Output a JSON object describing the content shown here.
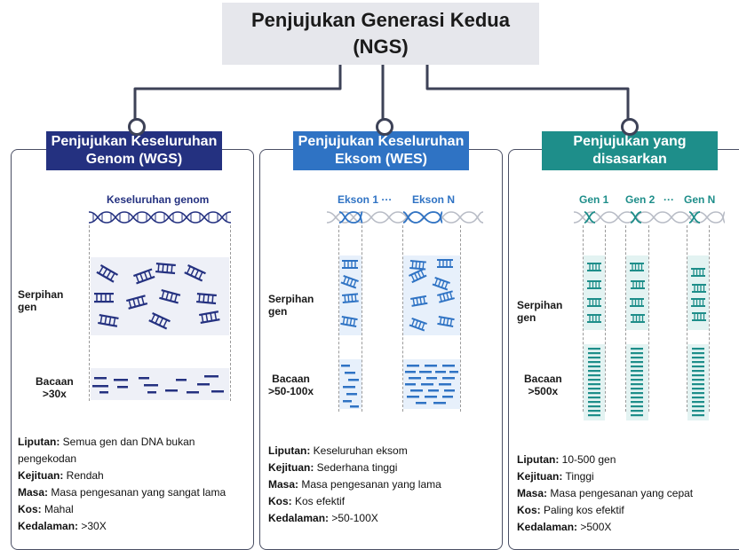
{
  "title": {
    "line1": "Penjujukan Generasi Kedua",
    "line2": "(NGS)"
  },
  "colors": {
    "wgs": "#243180",
    "wes": "#2f73c4",
    "targeted": "#1e8e8a",
    "title_bg": "#e6e7ec",
    "panel_border": "#4a4f64"
  },
  "panels": [
    {
      "header": {
        "line1": "Penjujukan Keseluruhan",
        "line2": "Genom (WGS)"
      },
      "top_label": "Keseluruhan genom",
      "fragments_label": {
        "line1": "Serpihan",
        "line2": "gen"
      },
      "reads_label": {
        "line1": "Bacaan",
        "line2": ">30x"
      },
      "info": [
        {
          "key": "Liputan:",
          "val": " Semua gen dan DNA bukan"
        },
        {
          "key": "",
          "val": "pengekodan"
        },
        {
          "key": "Kejituan:",
          "val": " Rendah"
        },
        {
          "key": "Masa:",
          "val": " Masa pengesanan yang sangat lama"
        },
        {
          "key": "Kos:",
          "val": " Mahal"
        },
        {
          "key": "Kedalaman:",
          "val": " >30X"
        }
      ]
    },
    {
      "header": {
        "line1": "Penjujukan Keseluruhan",
        "line2": "Eksom (WES)"
      },
      "top_label_1": "Ekson 1 ···",
      "top_label_2": "Ekson N",
      "fragments_label": {
        "line1": "Serpihan",
        "line2": "gen"
      },
      "reads_label": {
        "line1": "Bacaan",
        "line2": ">50-100x"
      },
      "info": [
        {
          "key": "Liputan:",
          "val": " Keseluruhan eksom"
        },
        {
          "key": "Kejituan:",
          "val": " Sederhana tinggi"
        },
        {
          "key": "Masa:",
          "val": " Masa pengesanan yang lama"
        },
        {
          "key": "Kos:",
          "val": " Kos efektif"
        },
        {
          "key": "Kedalaman:",
          "val": " >50-100X"
        }
      ]
    },
    {
      "header": {
        "line1": "Penjujukan yang",
        "line2": "disasarkan"
      },
      "top_label_1": "Gen 1",
      "top_label_2": "Gen 2",
      "top_label_dots": "···",
      "top_label_3": "Gen N",
      "fragments_label": {
        "line1": "Serpihan",
        "line2": "gen"
      },
      "reads_label": {
        "line1": "Bacaan",
        "line2": ">500x"
      },
      "info": [
        {
          "key": "Liputan:",
          "val": " 10-500 gen"
        },
        {
          "key": "Kejituan:",
          "val": " Tinggi"
        },
        {
          "key": "Masa:",
          "val": " Masa pengesanan yang cepat"
        },
        {
          "key": "Kos:",
          "val": " Paling kos efektif"
        },
        {
          "key": "Kedalaman:",
          "val": " >500X"
        }
      ]
    }
  ]
}
